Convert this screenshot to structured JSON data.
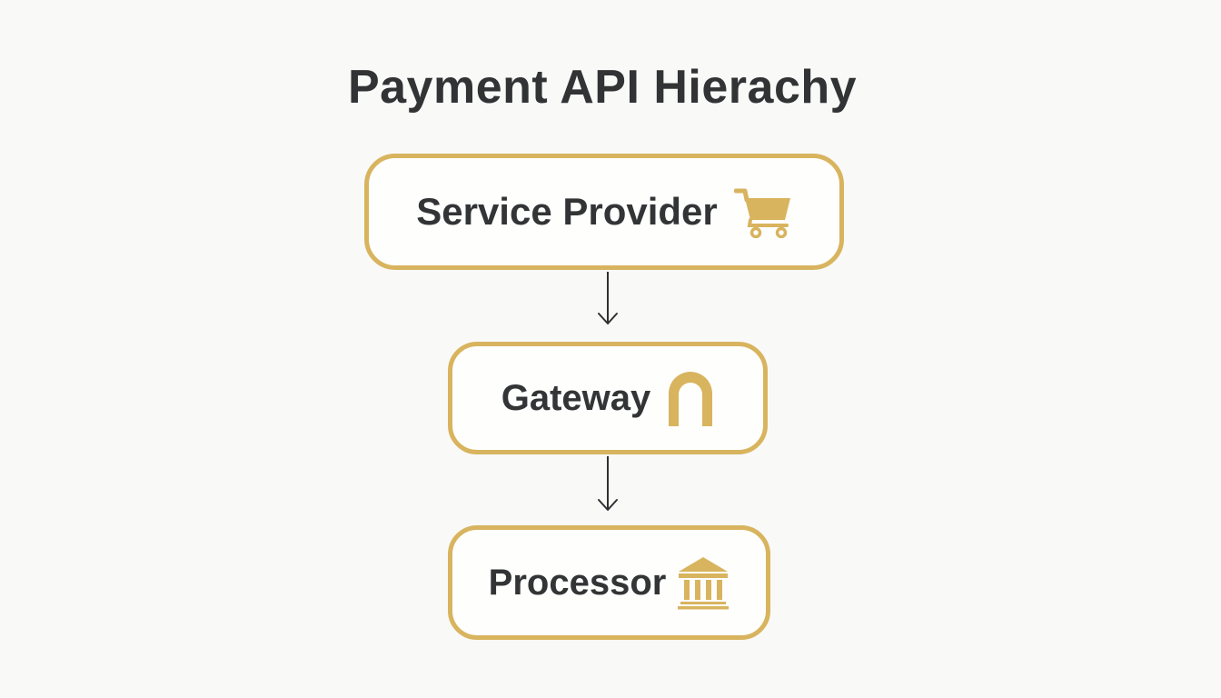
{
  "title": "Payment API Hierachy",
  "colors": {
    "accent": "#d8b45e",
    "text": "#333436",
    "arrow": "#2f3032",
    "background": "#f9f9f8"
  },
  "nodes": [
    {
      "label": "Service Provider",
      "icon": "shopping-cart-icon"
    },
    {
      "label": "Gateway",
      "icon": "gateway-arch-icon"
    },
    {
      "label": "Processor",
      "icon": "bank-building-icon"
    }
  ],
  "edges": [
    {
      "from": "Service Provider",
      "to": "Gateway"
    },
    {
      "from": "Gateway",
      "to": "Processor"
    }
  ]
}
